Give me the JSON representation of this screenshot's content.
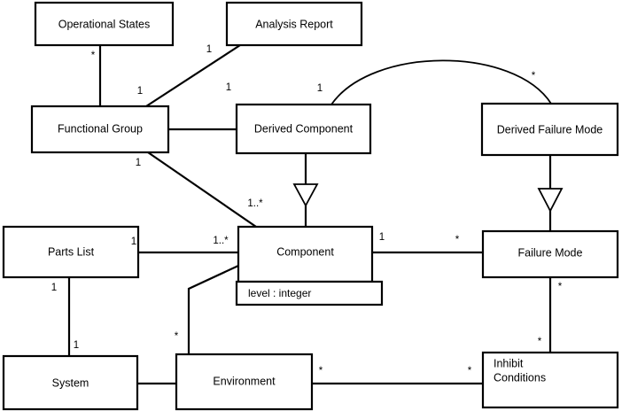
{
  "diagram": {
    "title": "UML class diagram",
    "type": "uml-class-diagram",
    "background_color": "#ffffff",
    "line_color": "#000000",
    "classes": [
      {
        "id": "operational-states",
        "name": "Operational States",
        "attributes": []
      },
      {
        "id": "analysis-report",
        "name": "Analysis Report",
        "attributes": []
      },
      {
        "id": "functional-group",
        "name": "Functional Group",
        "attributes": []
      },
      {
        "id": "derived-component",
        "name": "Derived Component",
        "attributes": []
      },
      {
        "id": "derived-failure-mode",
        "name": "Derived Failure Mode",
        "attributes": []
      },
      {
        "id": "parts-list",
        "name": "Parts List",
        "attributes": []
      },
      {
        "id": "component",
        "name": "Component",
        "attributes": [
          "level : integer"
        ]
      },
      {
        "id": "failure-mode",
        "name": "Failure Mode",
        "attributes": []
      },
      {
        "id": "system",
        "name": "System",
        "attributes": []
      },
      {
        "id": "environment",
        "name": "Environment",
        "attributes": []
      },
      {
        "id": "inhibit-conditions",
        "name_line1": "Inhibit",
        "name_line2": "Conditions",
        "name": "Inhibit Conditions",
        "attributes": []
      }
    ],
    "relationships": [
      {
        "id": "opstates-funcgroup",
        "from": "operational-states",
        "to": "functional-group",
        "kind": "association",
        "from_multiplicity": "*",
        "to_multiplicity": "1"
      },
      {
        "id": "analysisreport-funcgroup",
        "from": "analysis-report",
        "to": "functional-group",
        "kind": "association",
        "from_multiplicity": "",
        "to_multiplicity": "1"
      },
      {
        "id": "funcgroup-derivedcomponent",
        "from": "functional-group",
        "to": "derived-component",
        "kind": "association",
        "from_multiplicity": "",
        "to_multiplicity": "1"
      },
      {
        "id": "funcgroup-component",
        "from": "functional-group",
        "to": "component",
        "kind": "association",
        "from_multiplicity": "1",
        "to_multiplicity": "1..*"
      },
      {
        "id": "derivedcomponent-component",
        "from": "derived-component",
        "to": "component",
        "kind": "generalization",
        "from_multiplicity": "",
        "to_multiplicity": ""
      },
      {
        "id": "derivedfailuremode-failuremode",
        "from": "derived-failure-mode",
        "to": "failure-mode",
        "kind": "generalization",
        "from_multiplicity": "",
        "to_multiplicity": ""
      },
      {
        "id": "derivedcomponent-derivedfailuremode",
        "from": "derived-component",
        "to": "derived-failure-mode",
        "kind": "association-curved",
        "from_multiplicity": "1",
        "to_multiplicity": "*"
      },
      {
        "id": "partslist-component",
        "from": "parts-list",
        "to": "component",
        "kind": "association",
        "from_multiplicity": "1",
        "to_multiplicity": "1..*"
      },
      {
        "id": "partslist-system",
        "from": "parts-list",
        "to": "system",
        "kind": "association",
        "from_multiplicity": "1",
        "to_multiplicity": "1"
      },
      {
        "id": "component-failuremode",
        "from": "component",
        "to": "failure-mode",
        "kind": "association",
        "from_multiplicity": "1",
        "to_multiplicity": "*"
      },
      {
        "id": "component-environment",
        "from": "component",
        "to": "environment",
        "kind": "association",
        "from_multiplicity": "",
        "to_multiplicity": "*"
      },
      {
        "id": "system-environment",
        "from": "system",
        "to": "environment",
        "kind": "association",
        "from_multiplicity": "",
        "to_multiplicity": ""
      },
      {
        "id": "environment-inhibitconditions",
        "from": "environment",
        "to": "inhibit-conditions",
        "kind": "association",
        "from_multiplicity": "*",
        "to_multiplicity": "*"
      },
      {
        "id": "failuremode-inhibitconditions",
        "from": "failure-mode",
        "to": "inhibit-conditions",
        "kind": "association",
        "from_multiplicity": "*",
        "to_multiplicity": "*"
      }
    ],
    "multiplicity_labels": {
      "opstates_star": "*",
      "funcgroup_from_opstates": "1",
      "analysisreport_one": "1",
      "derivedcomponent_one": "1",
      "funcgroup_to_component": "1",
      "component_from_funcgroup": "1..*",
      "derivedfailuremode_star": "*",
      "partslist_one": "1",
      "component_from_partslist": "1..*",
      "partslist_system_top": "1",
      "partslist_system_bottom": "1",
      "component_to_failuremode": "1",
      "failuremode_from_component": "*",
      "failuremode_to_inhibit": "*",
      "inhibit_from_failuremode": "*",
      "environment_star": "*",
      "environment_to_inhibit": "*",
      "inhibit_from_environment": "*"
    }
  }
}
